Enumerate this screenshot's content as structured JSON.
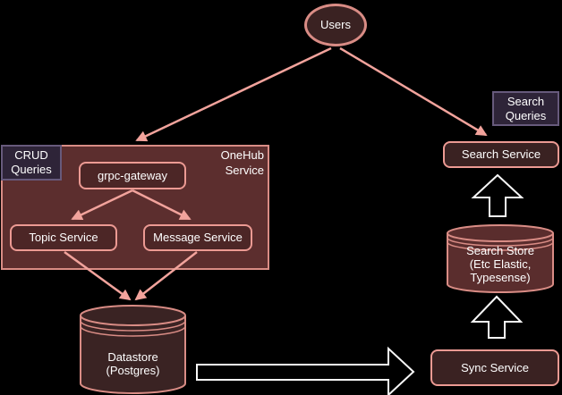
{
  "colors": {
    "background": "#000000",
    "salmon_border": "#D98C85",
    "arrow_pink": "#F2A39C",
    "container_fill": "#5C2E2E",
    "inner_box_fill": "#4C2626",
    "dark_box_fill": "#3A2222",
    "store_cylinder_fill": "#5A2D2D",
    "badge_fill": "#2E2438",
    "badge_border": "#675A7C",
    "block_arrow_stroke": "#FFFFFF",
    "text": "#FFFFFF"
  },
  "nodes": {
    "users": {
      "label": "Users"
    },
    "onehub": {
      "title_lines": [
        "OneHub",
        "Service"
      ],
      "badge_lines": [
        "CRUD",
        "Queries"
      ]
    },
    "grpc_gateway": {
      "label": "grpc-gateway"
    },
    "topic_service": {
      "label": "Topic Service"
    },
    "message_service": {
      "label": "Message Service"
    },
    "datastore": {
      "lines": [
        "Datastore",
        "(Postgres)"
      ]
    },
    "search_queries_badge": {
      "lines": [
        "Search",
        "Queries"
      ]
    },
    "search_service": {
      "label": "Search Service"
    },
    "search_store": {
      "lines": [
        "Search Store",
        "(Etc Elastic,",
        "Typesense)"
      ]
    },
    "sync_service": {
      "label": "Sync Service"
    }
  }
}
